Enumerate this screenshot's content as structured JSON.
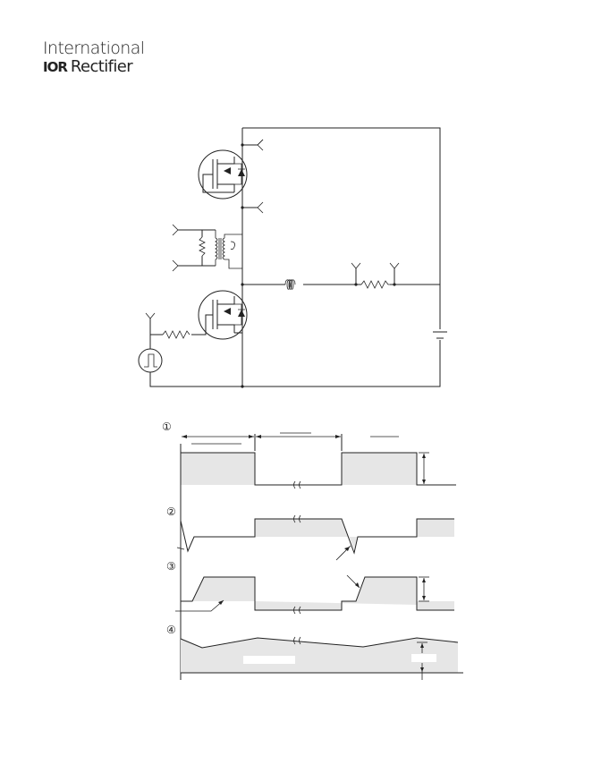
{
  "logo": {
    "line1": "International",
    "mark": "IOR",
    "line2": "Rectifier"
  },
  "waveforms": {
    "markers": [
      "①",
      "②",
      "③",
      "④"
    ]
  }
}
